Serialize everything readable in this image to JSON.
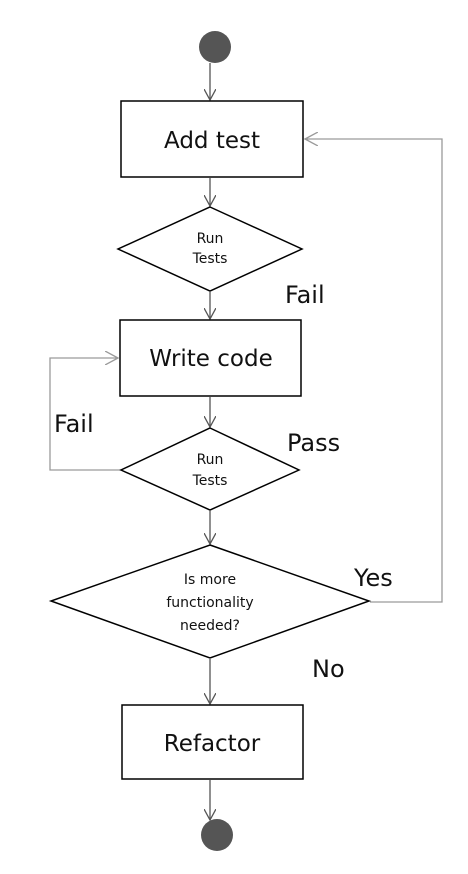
{
  "diagram": {
    "nodes": {
      "start": {
        "shape": "circle",
        "color": "#555555"
      },
      "add_test": {
        "label": "Add test"
      },
      "run_tests_1": {
        "label_lines": [
          "Run",
          "Tests"
        ]
      },
      "write_code": {
        "label": "Write code"
      },
      "run_tests_2": {
        "label_lines": [
          "Run",
          "Tests"
        ]
      },
      "more_functionality": {
        "label_lines": [
          "Is more",
          "functionality",
          "needed?"
        ]
      },
      "refactor": {
        "label": "Refactor"
      },
      "end": {
        "shape": "circle",
        "color": "#555555"
      }
    },
    "edge_labels": {
      "fail_1": "Fail",
      "fail_2": "Fail",
      "pass": "Pass",
      "yes": "Yes",
      "no": "No"
    },
    "colors": {
      "stroke": "#000000",
      "connector": "#555555",
      "loop_connector": "#9a9a9a",
      "text": "#111111"
    }
  }
}
